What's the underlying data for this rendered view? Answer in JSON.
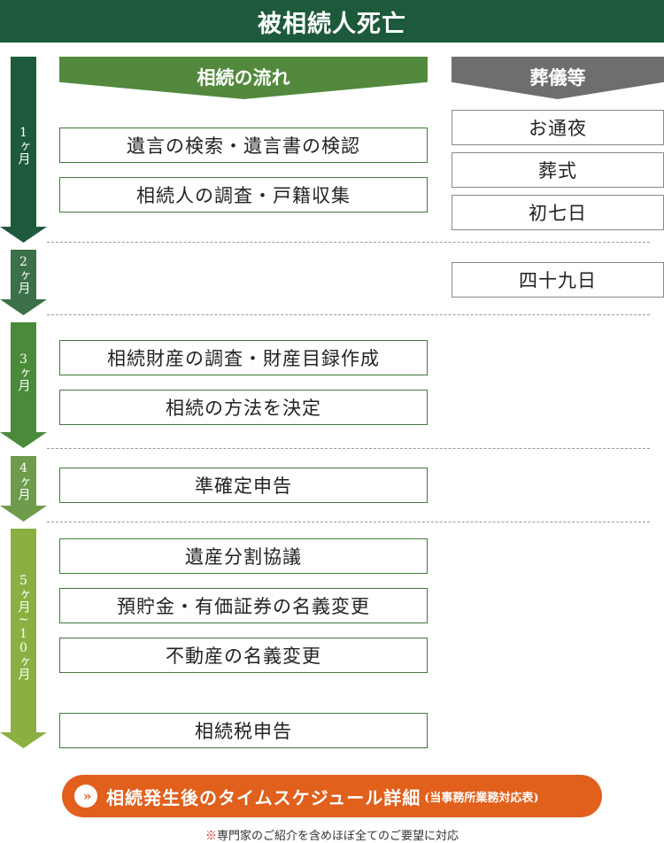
{
  "header": {
    "title": "被相続人死亡"
  },
  "columns": {
    "flow": "相続の流れ",
    "funeral": "葬儀等"
  },
  "months": [
    {
      "label": "1ヶ月"
    },
    {
      "label": "2ヶ月"
    },
    {
      "label": "3ヶ月"
    },
    {
      "label": "4ヶ月"
    },
    {
      "label": "5ヶ月~10ヶ月"
    }
  ],
  "flow_items": [
    "遺言の検索・遺言書の検認",
    "相続人の調査・戸籍収集",
    "相続財産の調査・財産目録作成",
    "相続の方法を決定",
    "準確定申告",
    "遺産分割協議",
    "預貯金・有価証券の名義変更",
    "不動産の名義変更",
    "相続税申告"
  ],
  "funeral_items": [
    "お通夜",
    "葬式",
    "初七日",
    "四十九日"
  ],
  "cta": {
    "icon": "double-chevron-right-icon",
    "label": "相続発生後のタイムスケジュール詳細",
    "sub": "(当事務所業務対応表)"
  },
  "note": {
    "mark": "※",
    "text": "専門家のご紹介を含めほぼ全てのご要望に対応"
  },
  "colors": {
    "banner": "#1d5a3b",
    "flow_header": "#52893d",
    "funeral_header": "#6e6e6e",
    "month_1": "#1d5a3b",
    "month_2": "#3b7048",
    "month_3": "#4a8a39",
    "month_4": "#6e9b4c",
    "month_5": "#8ab042",
    "cta": "#e0601c"
  }
}
